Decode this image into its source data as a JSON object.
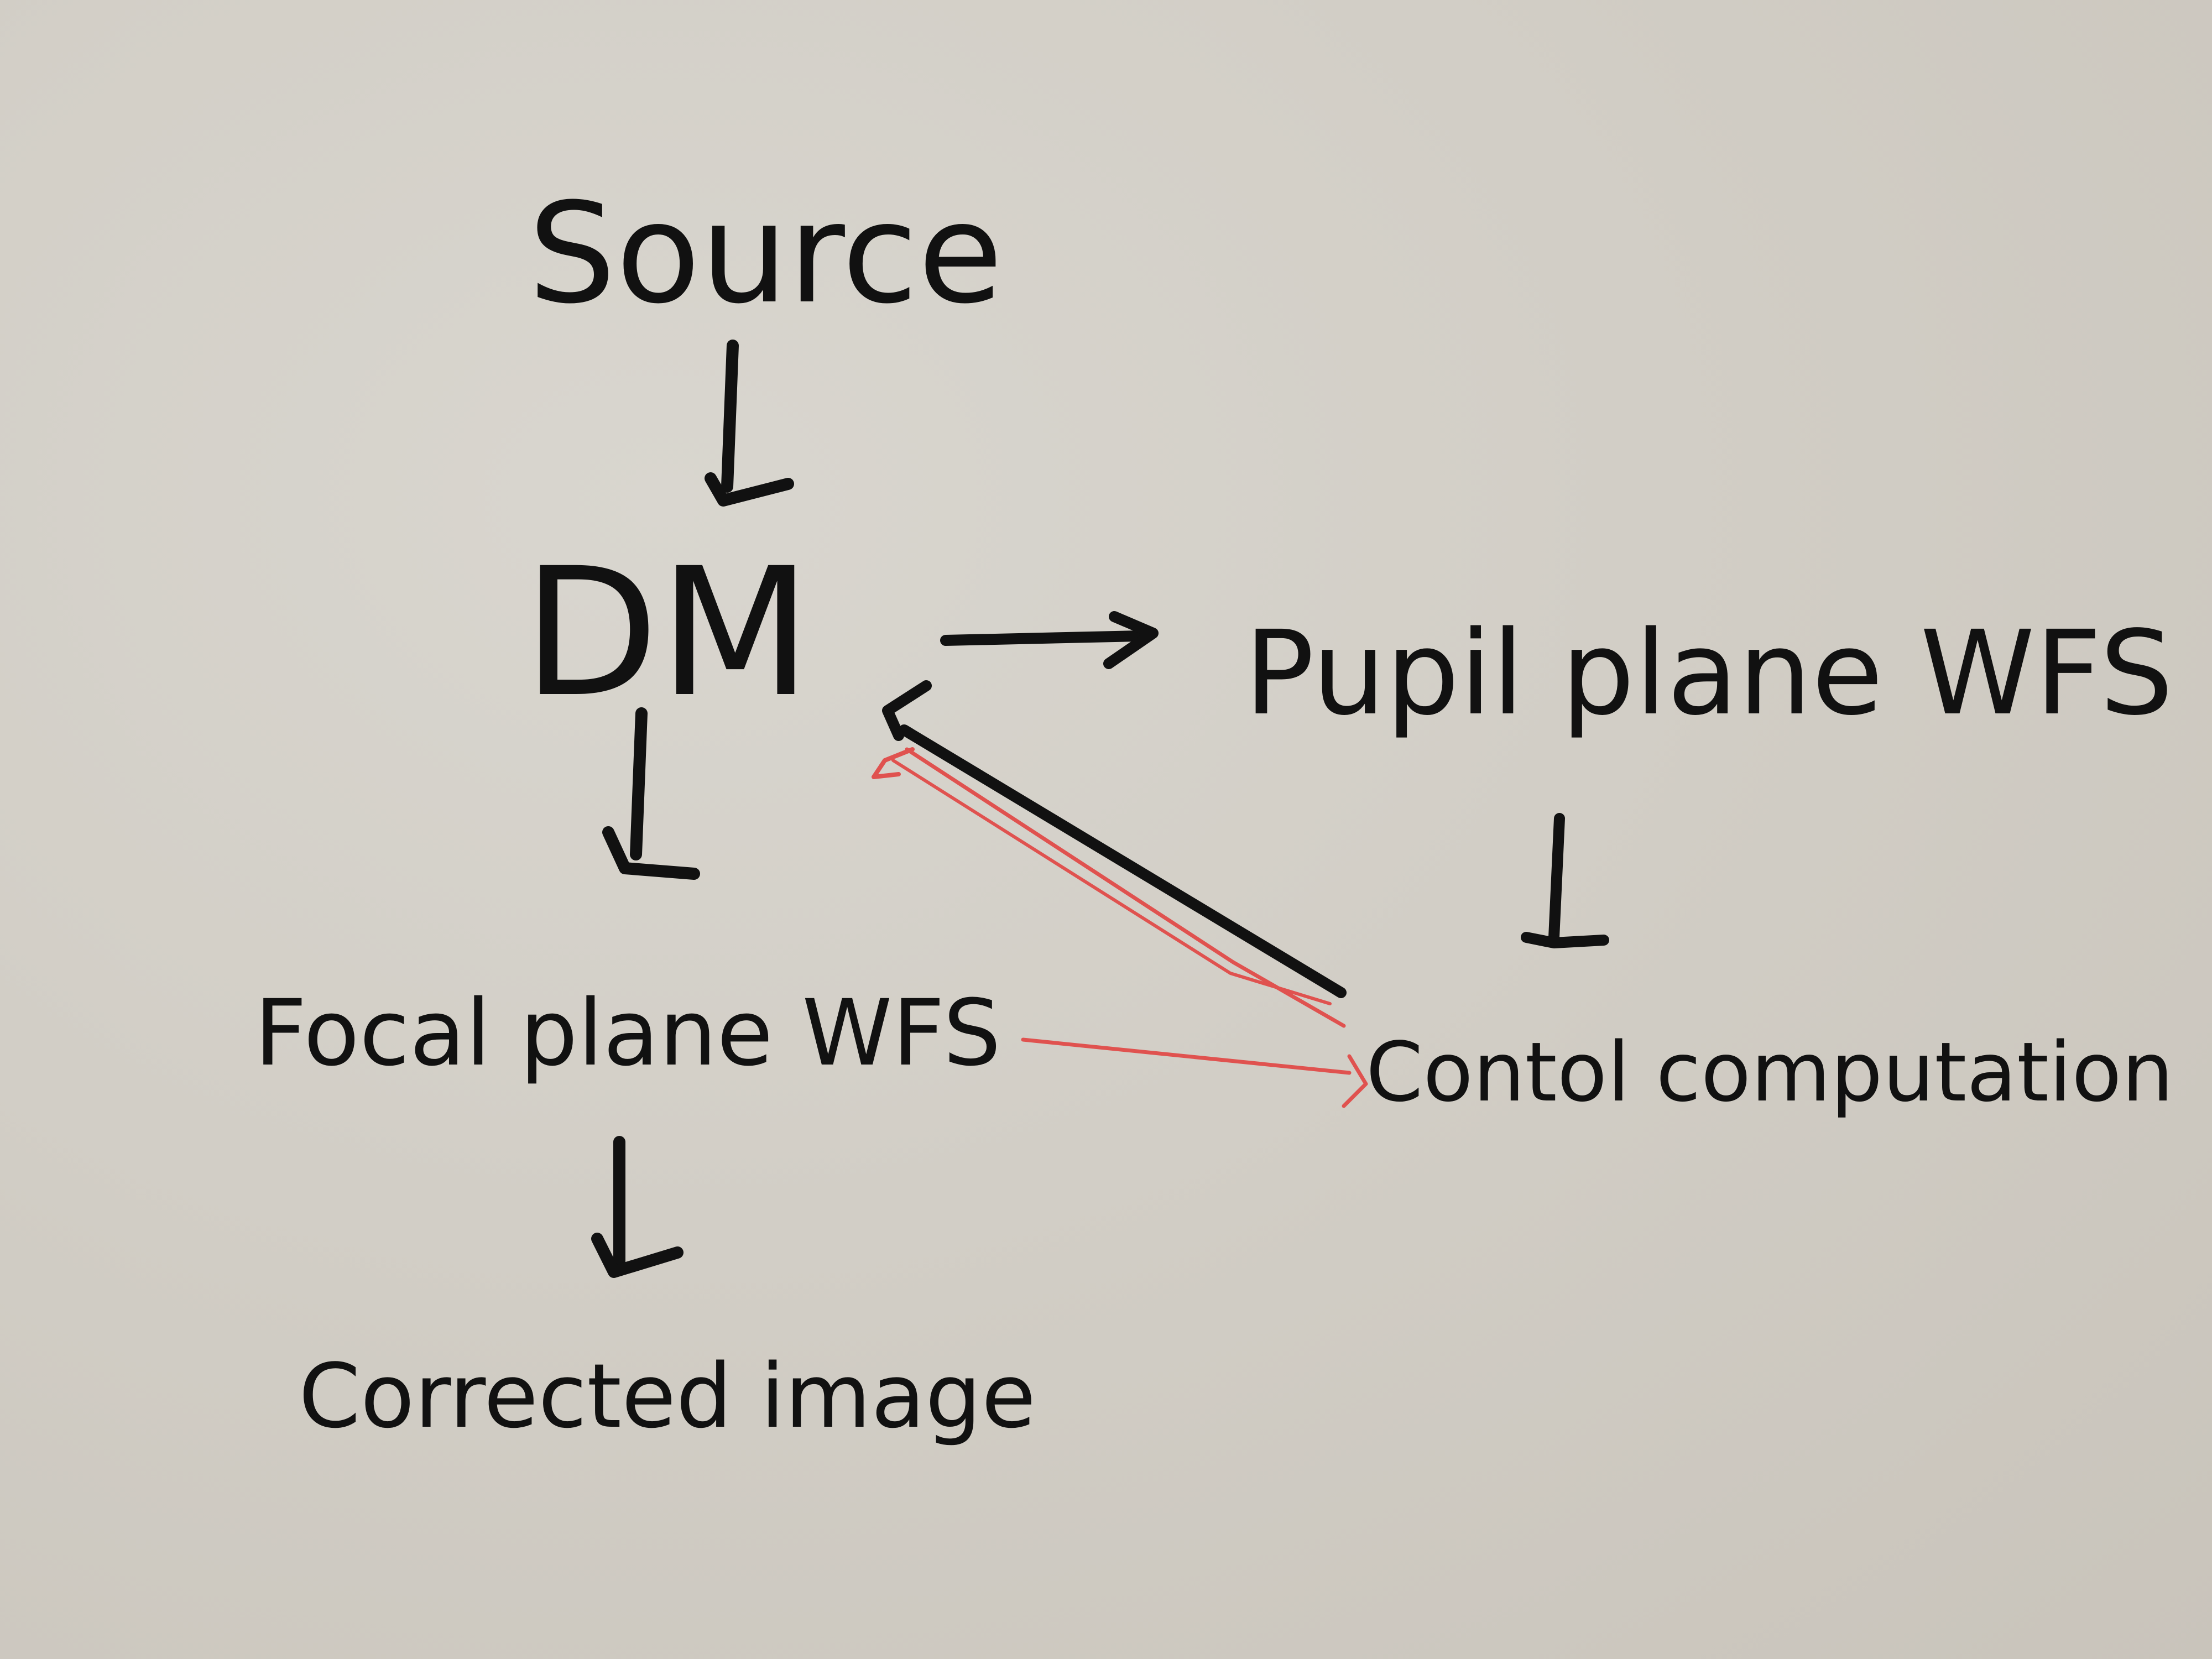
{
  "diagram": {
    "nodes": {
      "source": "Source",
      "dm": "DM",
      "pupil_wfs": "Pupil plane WFS",
      "focal_wfs": "Focal plane WFS",
      "control": "Contol computation",
      "corrected": "Corrected image"
    },
    "edges": [
      {
        "from": "source",
        "to": "dm",
        "ink": "black"
      },
      {
        "from": "dm",
        "to": "pupil_wfs",
        "ink": "black"
      },
      {
        "from": "dm",
        "to": "focal_wfs",
        "ink": "black"
      },
      {
        "from": "pupil_wfs",
        "to": "control",
        "ink": "black"
      },
      {
        "from": "focal_wfs",
        "to": "corrected",
        "ink": "black"
      },
      {
        "from": "control",
        "to": "dm",
        "ink": "black"
      },
      {
        "from": "control",
        "to": "dm",
        "ink": "red"
      },
      {
        "from": "focal_wfs",
        "to": "control",
        "ink": "red"
      }
    ],
    "colors": {
      "board": "#d2cec6",
      "marker_black": "#111111",
      "marker_red": "#e0524f"
    }
  }
}
